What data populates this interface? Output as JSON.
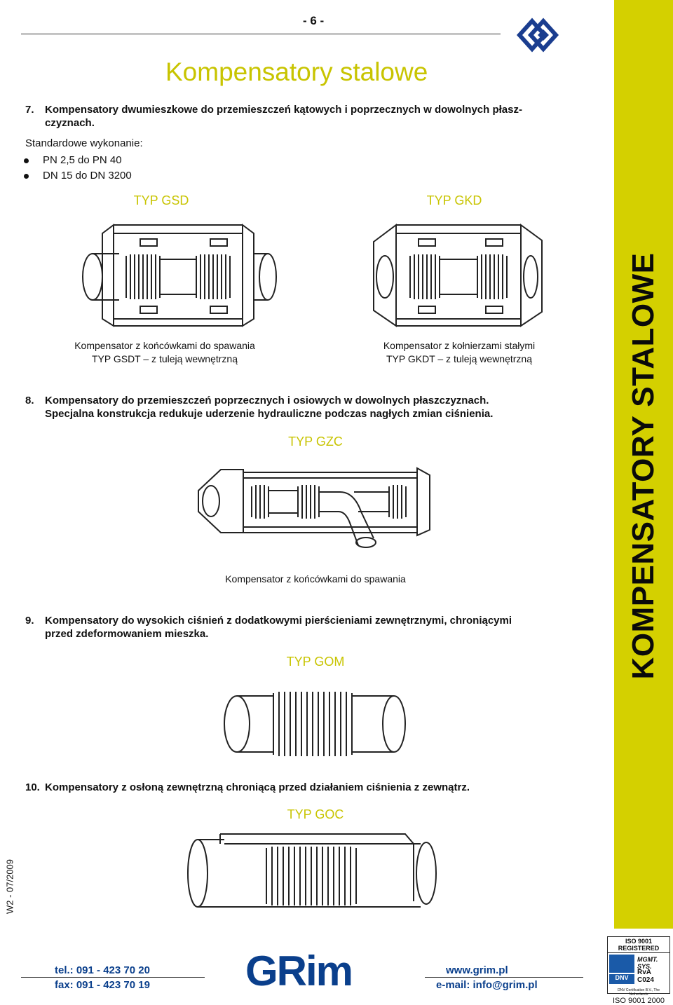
{
  "header": {
    "page_number": "- 6 -",
    "title": "Kompensatory stalowe"
  },
  "side_band": {
    "text": "KOMPENSATORY STALOWE"
  },
  "section7": {
    "number": "7.",
    "line1": "Kompensatory dwumieszkowe do przemieszczeń kątowych i poprzecznych w dowolnych płasz-",
    "line2": "czyznach.",
    "std_label": "Standardowe wykonanie:",
    "bullets": [
      "PN 2,5 do PN 40",
      "DN 15 do DN 3200"
    ],
    "left": {
      "type": "TYP GSD",
      "caption1": "Kompensator z końcówkami do spawania",
      "caption2": "TYP GSDT – z tuleją wewnętrzną"
    },
    "right": {
      "type": "TYP GKD",
      "caption1": "Kompensator z kołnierzami stałymi",
      "caption2": "TYP GKDT – z tuleją wewnętrzną"
    }
  },
  "section8": {
    "number": "8.",
    "line1": "Kompensatory do przemieszczeń poprzecznych i osiowych w dowolnych płaszczyznach.",
    "line2": "Specjalna konstrukcja redukuje uderzenie hydrauliczne podczas nagłych zmian ciśnienia.",
    "type": "TYP GZC",
    "caption": "Kompensator z końcówkami do spawania"
  },
  "section9": {
    "number": "9.",
    "line1": "Kompensatory do wysokich ciśnień z dodatkowymi pierścieniami zewnętrznymi, chroniącymi",
    "line2": "przed zdeformowaniem mieszka.",
    "type": "TYP GOM"
  },
  "section10": {
    "number": "10.",
    "line1": "Kompensatory z osłoną zewnętrzną chroniącą przed działaniem ciśnienia z zewnątrz.",
    "type": "TYP GOC"
  },
  "doc_code": "W2 - 07/2009",
  "footer": {
    "tel": "tel.: 091 - 423 70 20",
    "fax": "fax: 091 - 423 70 19",
    "logo": "GRim",
    "www": "www.grim.pl",
    "email": "e-mail: info@grim.pl",
    "cert_top": "ISO 9001 REGISTERED",
    "cert_bottom": "ISO 9001 2000",
    "dnv": "DNV",
    "mgmt": "MGMT. SYS.",
    "rva": "RvA C024",
    "dnv_note": "DNV Certification B.V., The Netherlands"
  }
}
